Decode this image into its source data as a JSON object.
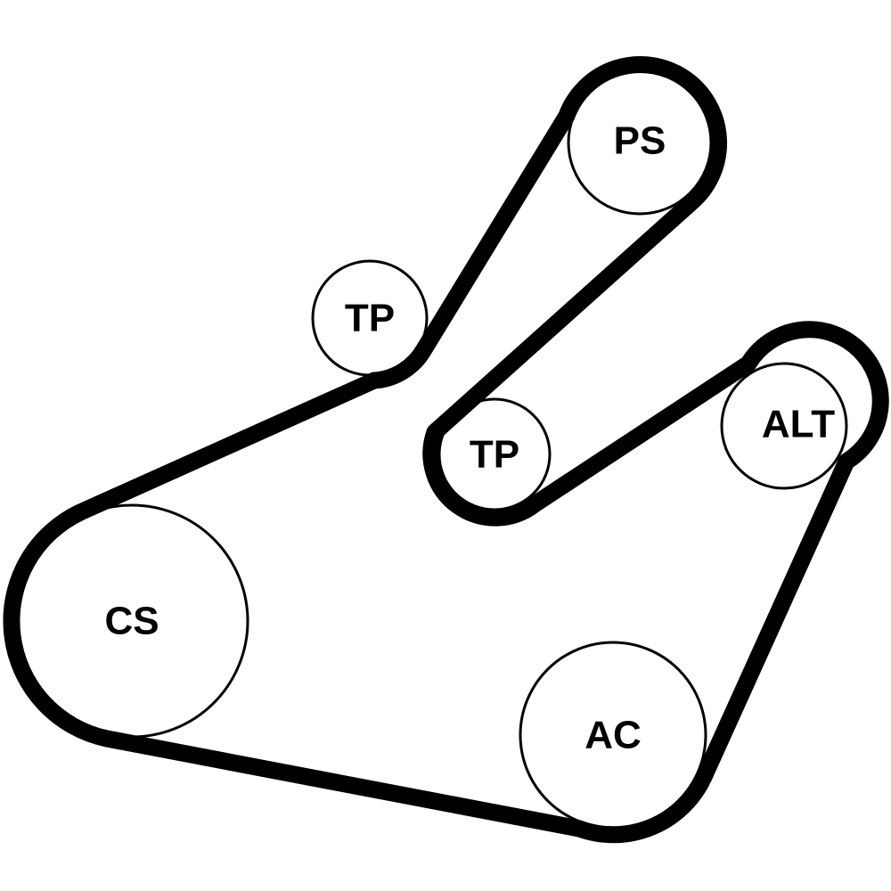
{
  "diagram": {
    "type": "serpentine belt routing",
    "pulleys": [
      {
        "id": "ps",
        "label": "PS"
      },
      {
        "id": "tp-upper",
        "label": "TP"
      },
      {
        "id": "tp-middle",
        "label": "TP"
      },
      {
        "id": "alt",
        "label": "ALT"
      },
      {
        "id": "cs",
        "label": "CS"
      },
      {
        "id": "ac",
        "label": "AC"
      }
    ],
    "belt_route": [
      "CS",
      "TP",
      "PS",
      "TP",
      "ALT",
      "AC",
      "CS"
    ],
    "colors": {
      "belt": "#000000",
      "pulley_fill": "#ffffff"
    }
  }
}
